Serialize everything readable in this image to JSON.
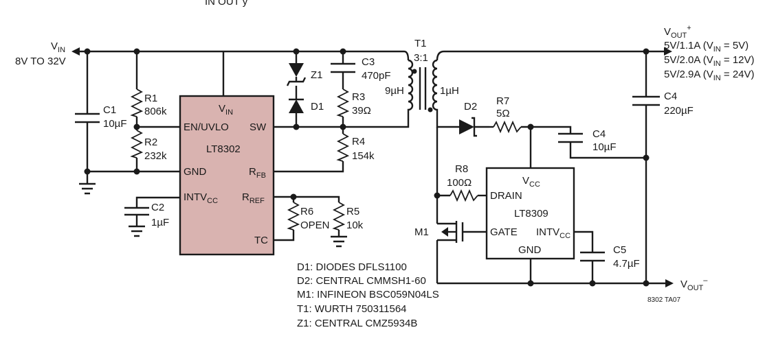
{
  "top_clip": "IN   OUT            y",
  "input": {
    "label": "V",
    "sub": "IN",
    "range": "8V TO 32V"
  },
  "output_pos": {
    "label": "V",
    "sub": "OUT",
    "sup": "+"
  },
  "output_neg": {
    "label": "V",
    "sub": "OUT",
    "sup": "–"
  },
  "ratings": [
    {
      "a": "5V/1.1A (V",
      "sub": "IN",
      "b": " = 5V)"
    },
    {
      "a": "5V/2.0A (V",
      "sub": "IN",
      "b": " = 12V)"
    },
    {
      "a": "5V/2.9A (V",
      "sub": "IN",
      "b": " = 24V)"
    }
  ],
  "ic1": {
    "name": "LT8302",
    "fill": "#d9b3b0",
    "vin": {
      "a": "V",
      "sub": "IN"
    },
    "en": "EN/UVLO",
    "sw": "SW",
    "gnd": "GND",
    "rfb": {
      "a": "R",
      "sub": "FB"
    },
    "intvcc": {
      "a": "INTV",
      "sub": "CC"
    },
    "rref": {
      "a": "R",
      "sub": "REF"
    },
    "tc": "TC"
  },
  "ic2": {
    "name": "LT8309",
    "vcc": {
      "a": "V",
      "sub": "CC"
    },
    "drain": "DRAIN",
    "gate": "GATE",
    "intvcc": {
      "a": "INTV",
      "sub": "CC"
    },
    "gnd": "GND"
  },
  "components": {
    "C1": {
      "ref": "C1",
      "value": "10µF"
    },
    "R1": {
      "ref": "R1",
      "value": "806k"
    },
    "R2": {
      "ref": "R2",
      "value": "232k"
    },
    "C2": {
      "ref": "C2",
      "value": "1µF"
    },
    "Z1": {
      "ref": "Z1"
    },
    "D1": {
      "ref": "D1"
    },
    "C3": {
      "ref": "C3",
      "value": "470pF"
    },
    "R3": {
      "ref": "R3",
      "value": "39Ω"
    },
    "R4": {
      "ref": "R4",
      "value": "154k"
    },
    "R6": {
      "ref": "R6",
      "value": "OPEN"
    },
    "R5": {
      "ref": "R5",
      "value": "10k"
    },
    "T1": {
      "ref": "T1",
      "ratio": "3:1",
      "lp": "9µH",
      "ls": "1µH"
    },
    "D2": {
      "ref": "D2"
    },
    "R7": {
      "ref": "R7",
      "value": "5Ω"
    },
    "C4a": {
      "ref": "C4",
      "value": "220µF"
    },
    "C4b": {
      "ref": "C4",
      "value": "10µF"
    },
    "R8": {
      "ref": "R8",
      "value": "100Ω"
    },
    "M1": {
      "ref": "M1"
    },
    "C5": {
      "ref": "C5",
      "value": "4.7µF"
    }
  },
  "bom": [
    "D1: DIODES DFLS1100",
    "D2: CENTRAL CMMSH1-60",
    "M1: INFINEON BSC059N04LS",
    "T1: WURTH 750311564",
    "Z1: CENTRAL CMZ5934B"
  ],
  "figure_id": "8302 TA07"
}
